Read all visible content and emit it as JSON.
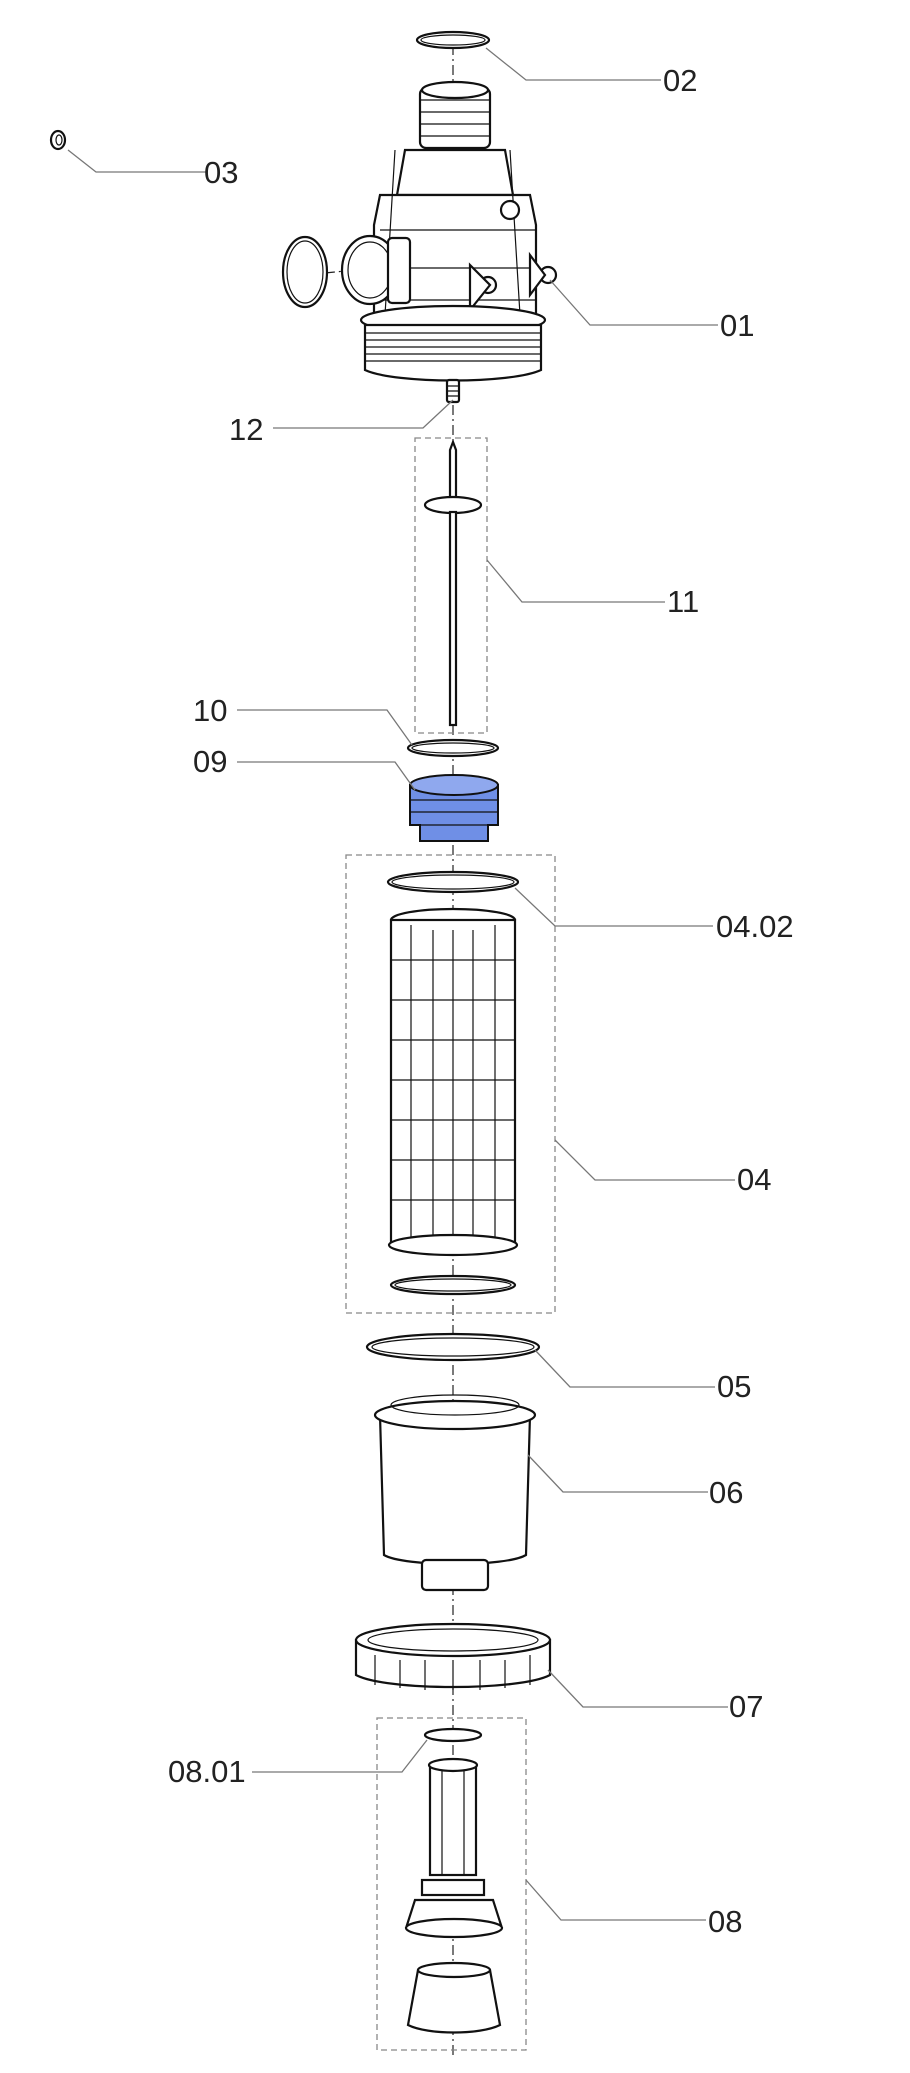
{
  "colors": {
    "highlight": "#6f8fe6",
    "line": "#111111",
    "leader": "#777777"
  },
  "labels": {
    "p01": "01",
    "p02": "02",
    "p03": "03",
    "p04": "04",
    "p0402": "04.02",
    "p05": "05",
    "p06": "06",
    "p07": "07",
    "p08": "08",
    "p0801": "08.01",
    "p09": "09",
    "p10": "10",
    "p11": "11",
    "p12": "12"
  }
}
